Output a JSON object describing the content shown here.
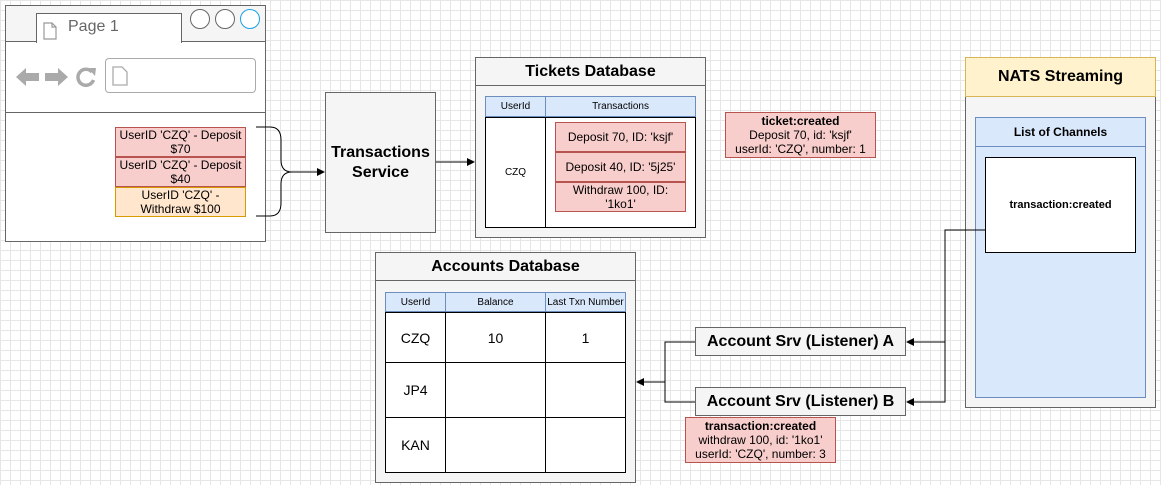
{
  "browser": {
    "tab_label": "Page 1",
    "events": [
      {
        "text": "UserID 'CZQ' - Deposit $70",
        "color": "#f8cecc"
      },
      {
        "text": "UserID 'CZQ' - Deposit $40",
        "color": "#f8cecc"
      },
      {
        "text": "UserID 'CZQ' - Withdraw $100",
        "color": "#ffe6cc"
      }
    ]
  },
  "transactions_service": {
    "label": "Transactions Service"
  },
  "tickets_db": {
    "title": "Tickets Database",
    "headers": [
      "UserId",
      "Transactions"
    ],
    "user": "CZQ",
    "transactions": [
      "Deposit 70, ID: 'ksjf'",
      "Deposit 40, ID: '5j25'",
      "Withdraw 100, ID: '1ko1'"
    ]
  },
  "ticket_event": {
    "name": "ticket:created",
    "line1": "Deposit 70, id: 'ksjf'",
    "line2": "userId: 'CZQ', number: 1"
  },
  "nats": {
    "title": "NATS Streaming",
    "channels_title": "List of Channels",
    "channel": "transaction:created"
  },
  "accounts_db": {
    "title": "Accounts Database",
    "headers": [
      "UserId",
      "Balance",
      "Last Txn Number"
    ],
    "rows": [
      [
        "CZQ",
        "10",
        "1"
      ],
      [
        "JP4",
        "",
        ""
      ],
      [
        "KAN",
        "",
        ""
      ]
    ]
  },
  "listener_a": {
    "label": "Account Srv (Listener) A"
  },
  "listener_b": {
    "label": "Account Srv (Listener) B"
  },
  "txn_event": {
    "name": "transaction:created",
    "line1": "withdraw 100, id: '1ko1'",
    "line2": "userId: 'CZQ', number: 3"
  },
  "colors": {
    "red_fill": "#f8cecc",
    "orange_fill": "#ffe6cc",
    "blue_fill": "#dae8fc",
    "yellow_fill": "#fff2cc",
    "gray_fill": "#f5f5f5"
  }
}
